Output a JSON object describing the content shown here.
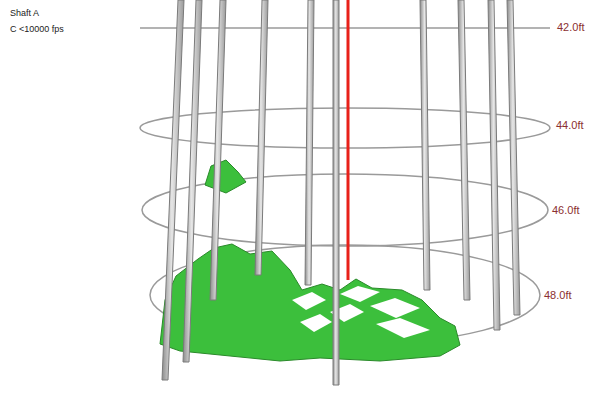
{
  "diagram": {
    "labels": [
      "Shaft A",
      "C <10000 fps",
      "42.0ft",
      "44.0ft",
      "46.0ft",
      "48.0ft"
    ]
  }
}
